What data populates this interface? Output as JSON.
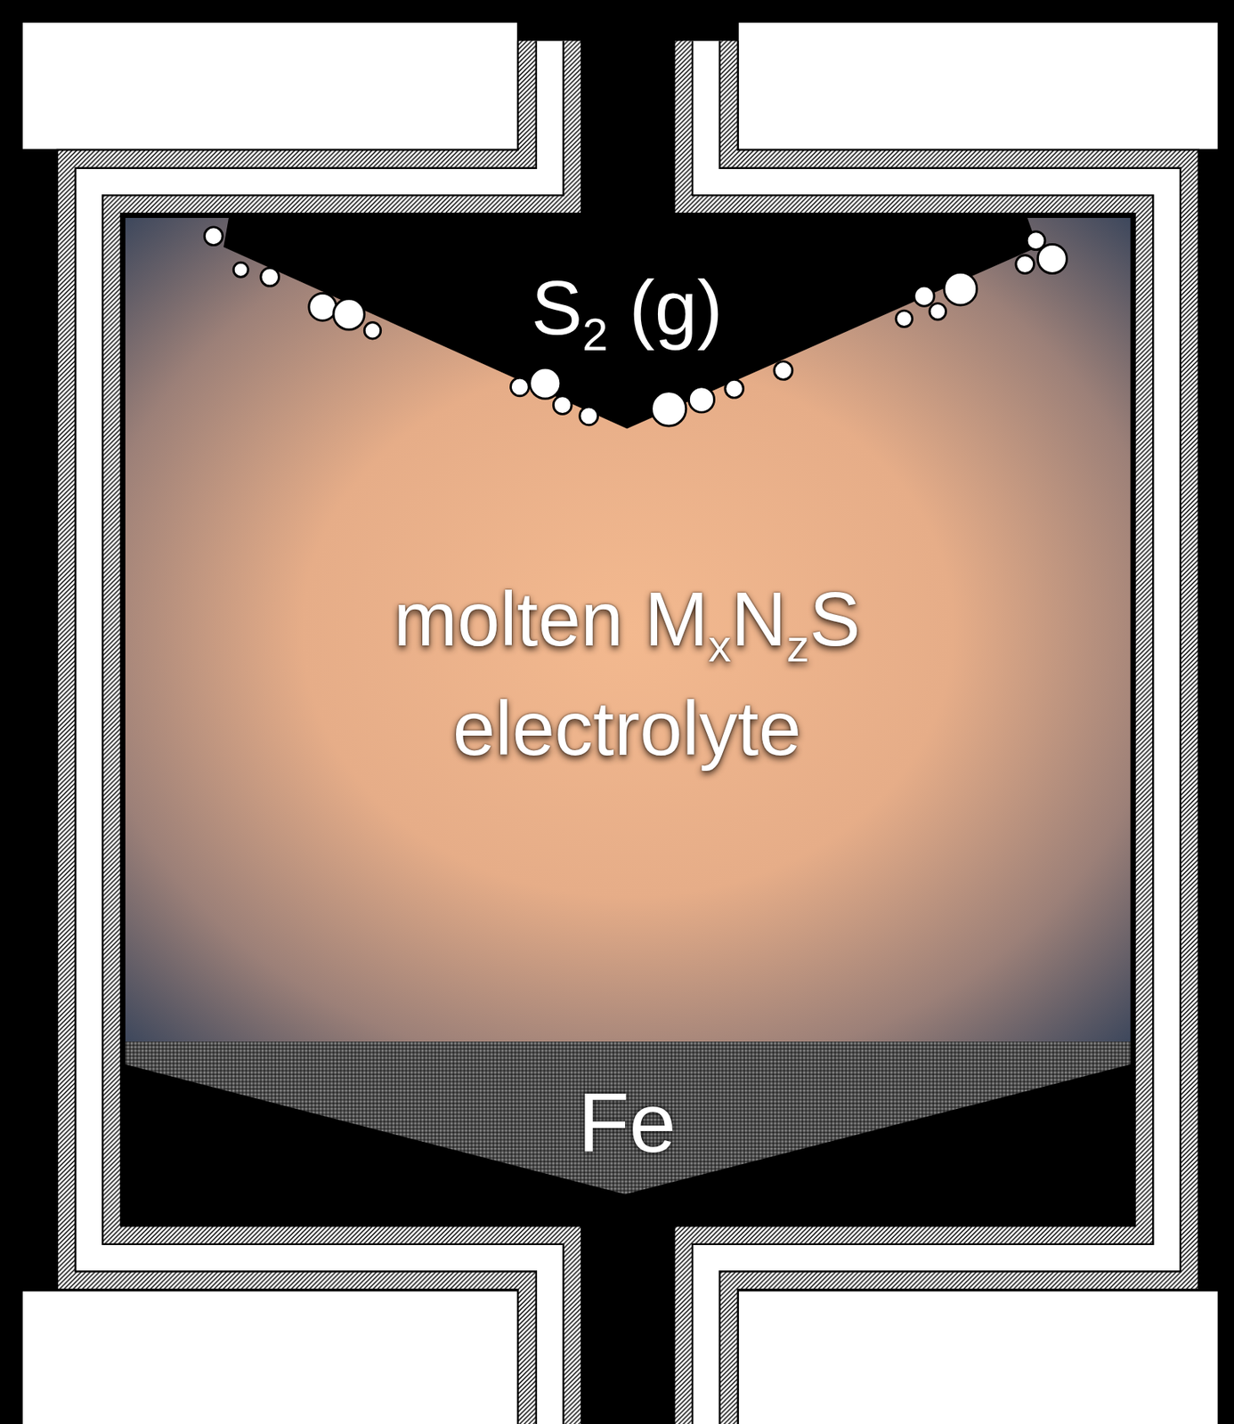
{
  "diagram": {
    "nodes": [
      {
        "text": [
          "S2 (g)"
        ]
      },
      {
        "text": [
          "molten MxNzS electrolyte"
        ]
      },
      {
        "text": [
          "Fe"
        ]
      }
    ]
  }
}
